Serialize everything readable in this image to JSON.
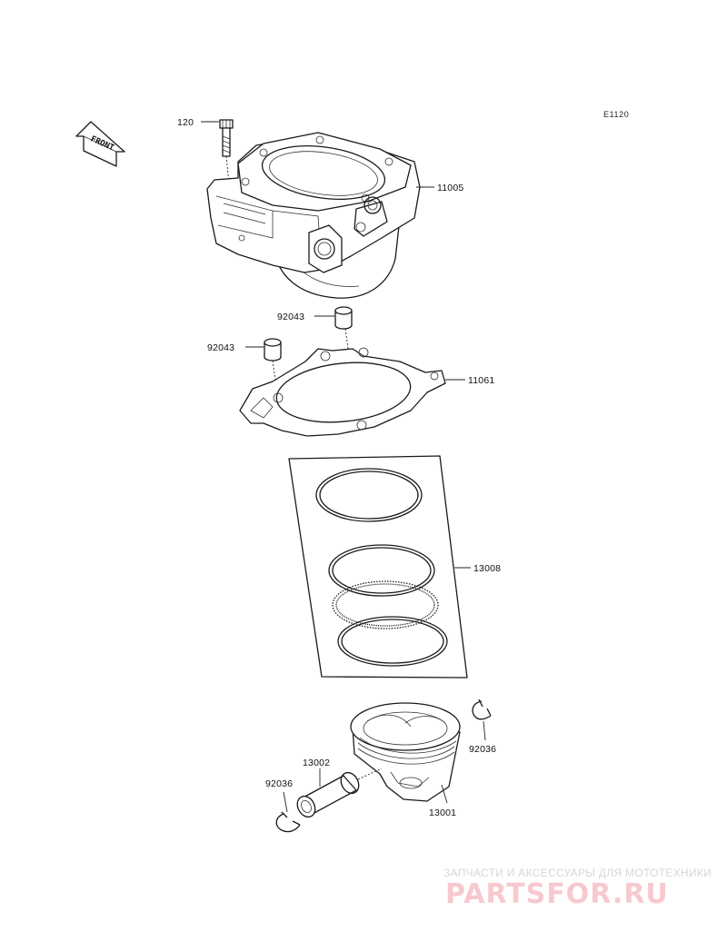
{
  "diagram_code": "E1120",
  "front_arrow": {
    "label": "FRONT",
    "icon": "front-direction-arrow-icon"
  },
  "callouts": {
    "bolt": "120",
    "cylinder": "11005",
    "dowel_top": "92043",
    "dowel_left": "92043",
    "gasket": "11061",
    "ring_set": "13008",
    "circlip_right": "92036",
    "piston_pin": "13002",
    "circlip_left": "92036",
    "piston": "13001"
  },
  "watermark": {
    "tagline": "ЗАПЧАСТИ И АКСЕССУАРЫ ДЛЯ МОТОТЕХНИКИ",
    "brand": "PARTSFOR.RU"
  }
}
